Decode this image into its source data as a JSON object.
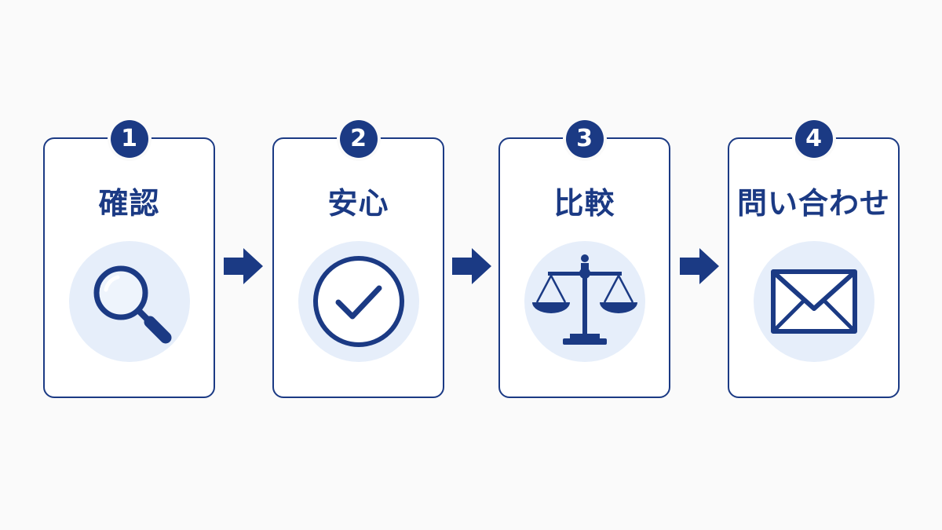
{
  "steps": [
    {
      "number": "1",
      "title": "確認",
      "icon": "magnifying-glass-icon"
    },
    {
      "number": "2",
      "title": "安心",
      "icon": "check-circle-icon"
    },
    {
      "number": "3",
      "title": "比較",
      "icon": "balance-scale-icon"
    },
    {
      "number": "4",
      "title": "問い合わせ",
      "icon": "envelope-icon"
    }
  ],
  "colors": {
    "primary": "#1b3a84",
    "icon_bg": "#e6eefa",
    "card_bg": "#ffffff",
    "page_bg": "#fafafa"
  }
}
